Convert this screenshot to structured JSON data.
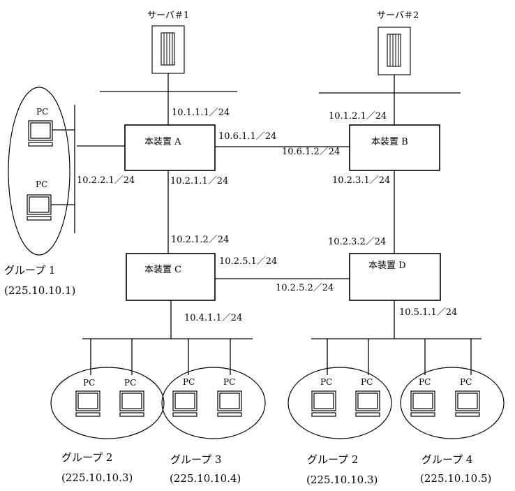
{
  "servers": [
    {
      "id": "s1",
      "label": "サーバ＃1"
    },
    {
      "id": "s2",
      "label": "サーバ＃2"
    }
  ],
  "routers": [
    {
      "id": "A",
      "label": "本装置 A"
    },
    {
      "id": "B",
      "label": "本装置 B"
    },
    {
      "id": "C",
      "label": "本装置 C"
    },
    {
      "id": "D",
      "label": "本装置 D"
    }
  ],
  "addresses": {
    "a_up": "10.1.1.1／24",
    "b_up": "10.1.2.1／24",
    "a_right": "10.6.1.1／24",
    "b_left": "10.6.1.2／24",
    "a_left": "10.2.2.1／24",
    "a_down": "10.2.1.1／24",
    "b_down": "10.2.3.1／24",
    "c_up": "10.2.1.2／24",
    "d_up": "10.2.3.2／24",
    "c_right": "10.2.5.1／24",
    "d_left": "10.2.5.2／24",
    "c_down": "10.4.1.1／24",
    "d_down": "10.5.1.1／24"
  },
  "pc_label": "PC",
  "groups": [
    {
      "name": "グループ 1",
      "addr": "(225.10.10.1)"
    },
    {
      "name": "グループ 2",
      "addr": "(225.10.10.3)"
    },
    {
      "name": "グループ 3",
      "addr": "(225.10.10.4)"
    },
    {
      "name": "グループ 2",
      "addr": "(225.10.10.3)"
    },
    {
      "name": "グループ 4",
      "addr": "(225.10.10.5)"
    }
  ]
}
